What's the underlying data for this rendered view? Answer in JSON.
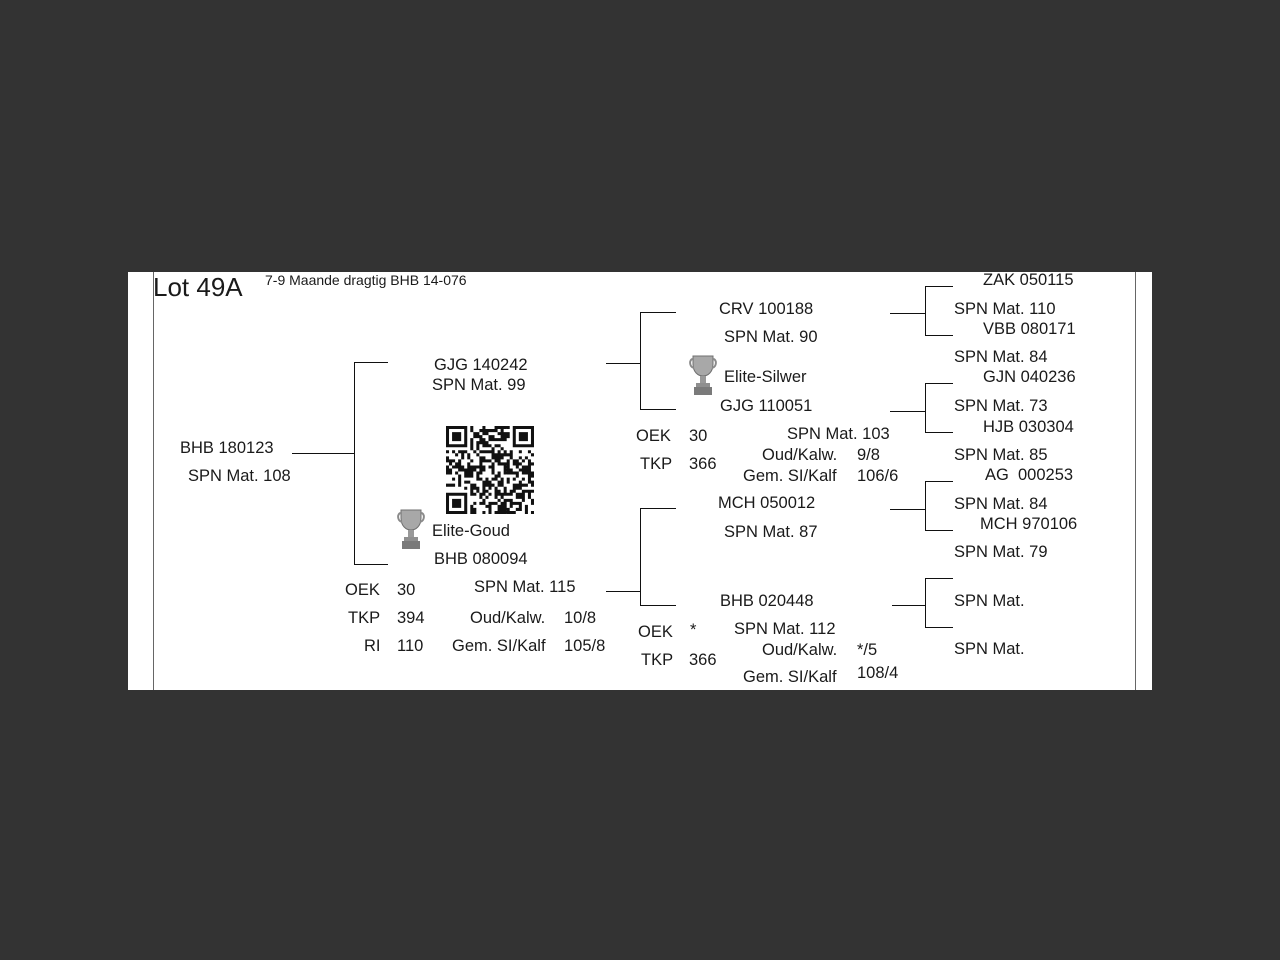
{
  "lot": {
    "title": "Lot 49A",
    "subtitle": "7-9 Maande dragtig BHB 14-076"
  },
  "animal": {
    "id": "BHB 180123",
    "spn": "SPN Mat. 108"
  },
  "sire": {
    "id": "GJG 140242",
    "spn": "SPN Mat. 99"
  },
  "dam": {
    "award": "Elite-Goud",
    "id": "BHB 080094",
    "spn": "SPN Mat. 115",
    "oek_label": "OEK",
    "oek": "30",
    "tkp_label": "TKP",
    "tkp": "394",
    "ri_label": "RI",
    "ri": "110",
    "oud_label": "Oud/Kalw.",
    "oud": "10/8",
    "gem_label": "Gem. SI/Kalf",
    "gem": "105/8"
  },
  "sire_sire": {
    "id": "CRV 100188",
    "spn": "SPN Mat. 90"
  },
  "sire_dam": {
    "award": "Elite-Silwer",
    "id": "GJG 110051",
    "spn": "SPN Mat. 103",
    "oek_label": "OEK",
    "oek": "30",
    "tkp_label": "TKP",
    "tkp": "366",
    "oud_label": "Oud/Kalw.",
    "oud": "9/8",
    "gem_label": "Gem. SI/Kalf",
    "gem": "106/6"
  },
  "dam_sire": {
    "id": "MCH 050012",
    "spn": "SPN Mat. 87"
  },
  "dam_dam": {
    "id": "BHB 020448",
    "spn": "SPN Mat. 112",
    "oek_label": "OEK",
    "oek": "*",
    "tkp_label": "TKP",
    "tkp": "366",
    "oud_label": "Oud/Kalw.",
    "oud": "*/5",
    "gem_label": "Gem. SI/Kalf",
    "gem": "108/4"
  },
  "gen3": {
    "crv_sire": {
      "id": "ZAK 050115",
      "spn": "SPN Mat. 110"
    },
    "crv_dam": {
      "id": "VBB 080171",
      "spn": "SPN Mat. 84"
    },
    "gjg_sire": {
      "id": "GJN 040236",
      "spn": "SPN Mat. 73"
    },
    "gjg_dam": {
      "id": "HJB 030304",
      "spn": "SPN Mat. 85"
    },
    "mch_sire": {
      "id": "AG  000253",
      "spn": "SPN Mat. 84"
    },
    "mch_dam": {
      "id": "MCH 970106",
      "spn": "SPN Mat. 79"
    },
    "bhb_sire": {
      "spn": "SPN Mat."
    },
    "bhb_dam": {
      "spn": "SPN Mat."
    }
  }
}
